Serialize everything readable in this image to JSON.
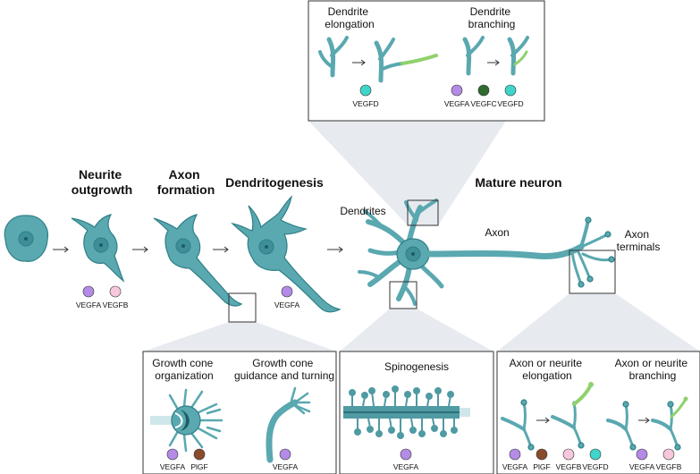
{
  "stages": {
    "neurite_outgrowth": [
      "Neurite",
      "outgrowth"
    ],
    "axon_formation": [
      "Axon",
      "formation"
    ],
    "dendritogenesis": "Dendritogenesis",
    "mature_neuron": "Mature neuron"
  },
  "parts": {
    "dendrites": "Dendrites",
    "axon": "Axon",
    "axon_terminals": [
      "Axon",
      "terminals"
    ]
  },
  "factors_stage": {
    "neurite_outgrowth": [
      "VEGFA",
      "VEGFB"
    ],
    "dendritogenesis": [
      "VEGFA"
    ]
  },
  "top_panel": {
    "dendrite_elongation": {
      "title": [
        "Dendrite",
        "elongation"
      ],
      "factors": [
        "VEGFD"
      ]
    },
    "dendrite_branching": {
      "title": [
        "Dendrite",
        "branching"
      ],
      "factors": [
        "VEGFA",
        "VEGFC",
        "VEGFD"
      ]
    }
  },
  "bottom_left_panel": {
    "growth_cone_organization": {
      "title": [
        "Growth cone",
        "organization"
      ],
      "factors": [
        "VEGFA",
        "PlGF"
      ]
    },
    "growth_cone_guidance": {
      "title": [
        "Growth cone",
        "guidance and turning"
      ],
      "factors": [
        "VEGFA"
      ]
    }
  },
  "bottom_middle_panel": {
    "spinogenesis": {
      "title": "Spinogenesis",
      "factors": [
        "VEGFA"
      ]
    }
  },
  "bottom_right_panel": {
    "neurite_elongation": {
      "title": [
        "Axon or neurite",
        "elongation"
      ],
      "factors": [
        "VEGFA",
        "PlGF",
        "VEGFB",
        "VEGFD"
      ]
    },
    "neurite_branching": {
      "title": [
        "Axon or neurite",
        "branching"
      ],
      "factors": [
        "VEGFA",
        "VEGFB"
      ]
    }
  },
  "colors": {
    "cell": "#5aa8b0",
    "VEGFA": "#b48be6",
    "VEGFB": "#f7c8dd",
    "VEGFC": "#2f6b2f",
    "VEGFD": "#3fd6c9",
    "PlGF": "#8a4b2c",
    "growth_highlight": "#8fd16b"
  }
}
